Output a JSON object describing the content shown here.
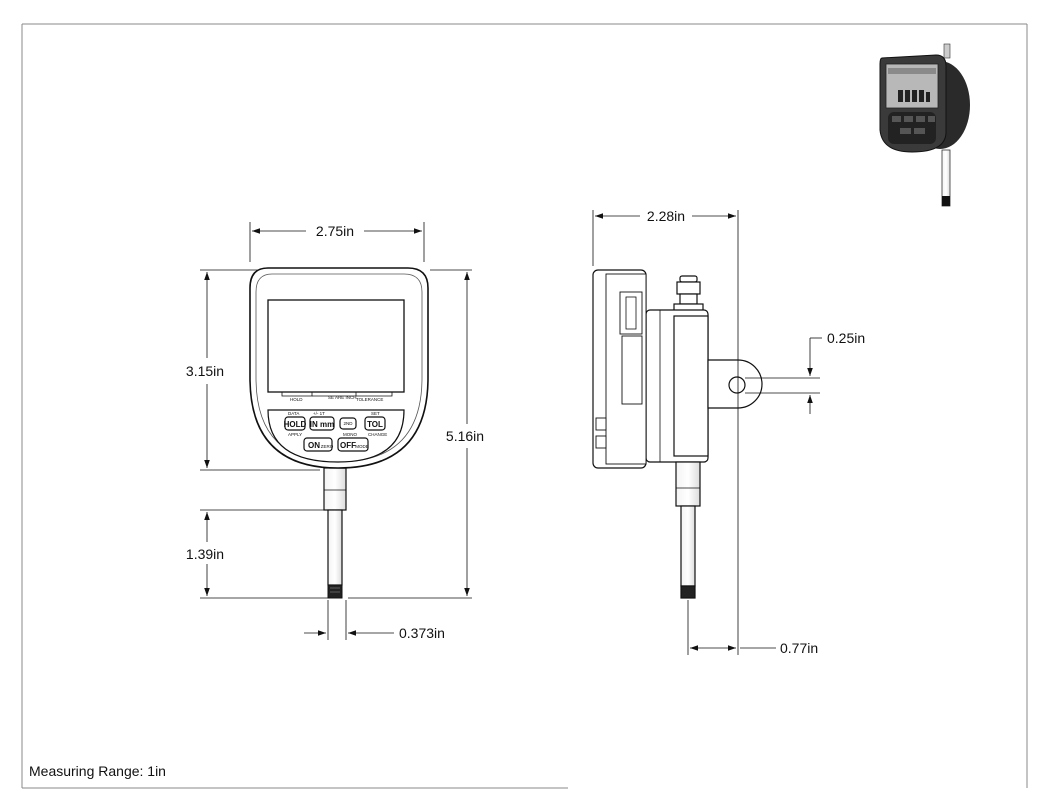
{
  "front_view": {
    "width_label": "2.75in",
    "head_height_label": "3.15in",
    "total_height_label": "5.16in",
    "stem_length_label": "1.39in",
    "stem_diameter_label": "0.373in",
    "buttons": {
      "hold": "HOLD",
      "hold_top": "DATA",
      "hold_bottom": "APPLY",
      "in_mm": "IN mm",
      "in_mm_top": "+/- 1T",
      "second": "2ND",
      "tol": "TOL",
      "tol_top": "SET",
      "on": "ON",
      "zero": "ZERO",
      "off": "OFF",
      "mode": "MODE",
      "mode_top": "MONO",
      "change": "CHANGE"
    },
    "screen_labels": {
      "hold": "HOLD",
      "inch": "SE ARE INCH",
      "tolerance": "TOLERANCE"
    }
  },
  "side_view": {
    "depth_label": "2.28in",
    "lug_hole_label": "0.25in",
    "offset_label": "0.77in"
  },
  "footer": {
    "measuring_range": "Measuring Range: 1in"
  }
}
